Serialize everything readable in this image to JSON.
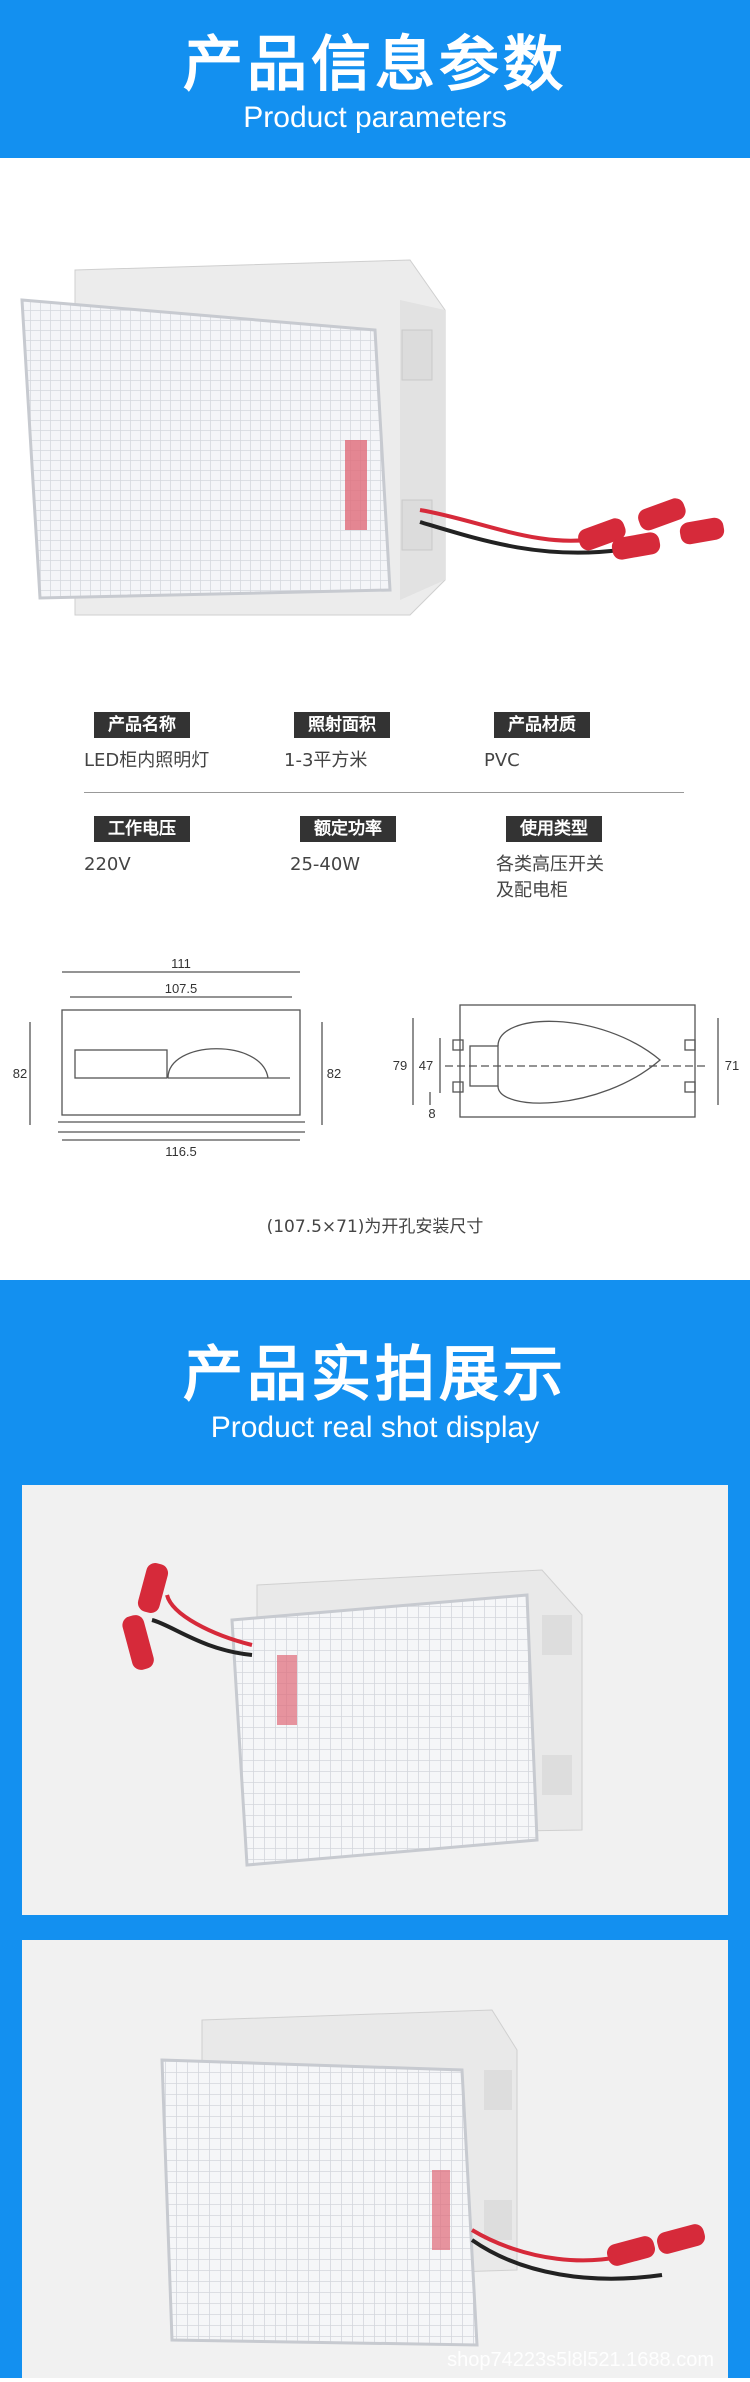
{
  "section1": {
    "title": "产品信息参数",
    "subtitle": "Product parameters"
  },
  "specs": [
    {
      "label": "产品名称",
      "value": "LED柜内照明灯"
    },
    {
      "label": "照射面积",
      "value": "1-3平方米"
    },
    {
      "label": "产品材质",
      "value": "PVC"
    },
    {
      "label": "工作电压",
      "value": "220V"
    },
    {
      "label": "额定功率",
      "value": "25-40W"
    },
    {
      "label": "使用类型",
      "value": "各类高压开关\n及配电柜"
    }
  ],
  "drawing": {
    "dims": {
      "top_outer": "111",
      "top_inner": "107.5",
      "bottom": "116.5",
      "left_height": "82",
      "right_height": "82",
      "r_79": "79",
      "r_47": "47",
      "r_8": "8",
      "r_71": "71"
    },
    "caption": "(107.5×71)为开孔安装尺寸"
  },
  "section2": {
    "title": "产品实拍展示",
    "subtitle": "Product real shot display"
  },
  "watermark": "shop74223s5l8l521.1688.com",
  "colors": {
    "banner": "#1390f0",
    "label_bg": "#333333",
    "wire_red": "#d62a3a"
  }
}
